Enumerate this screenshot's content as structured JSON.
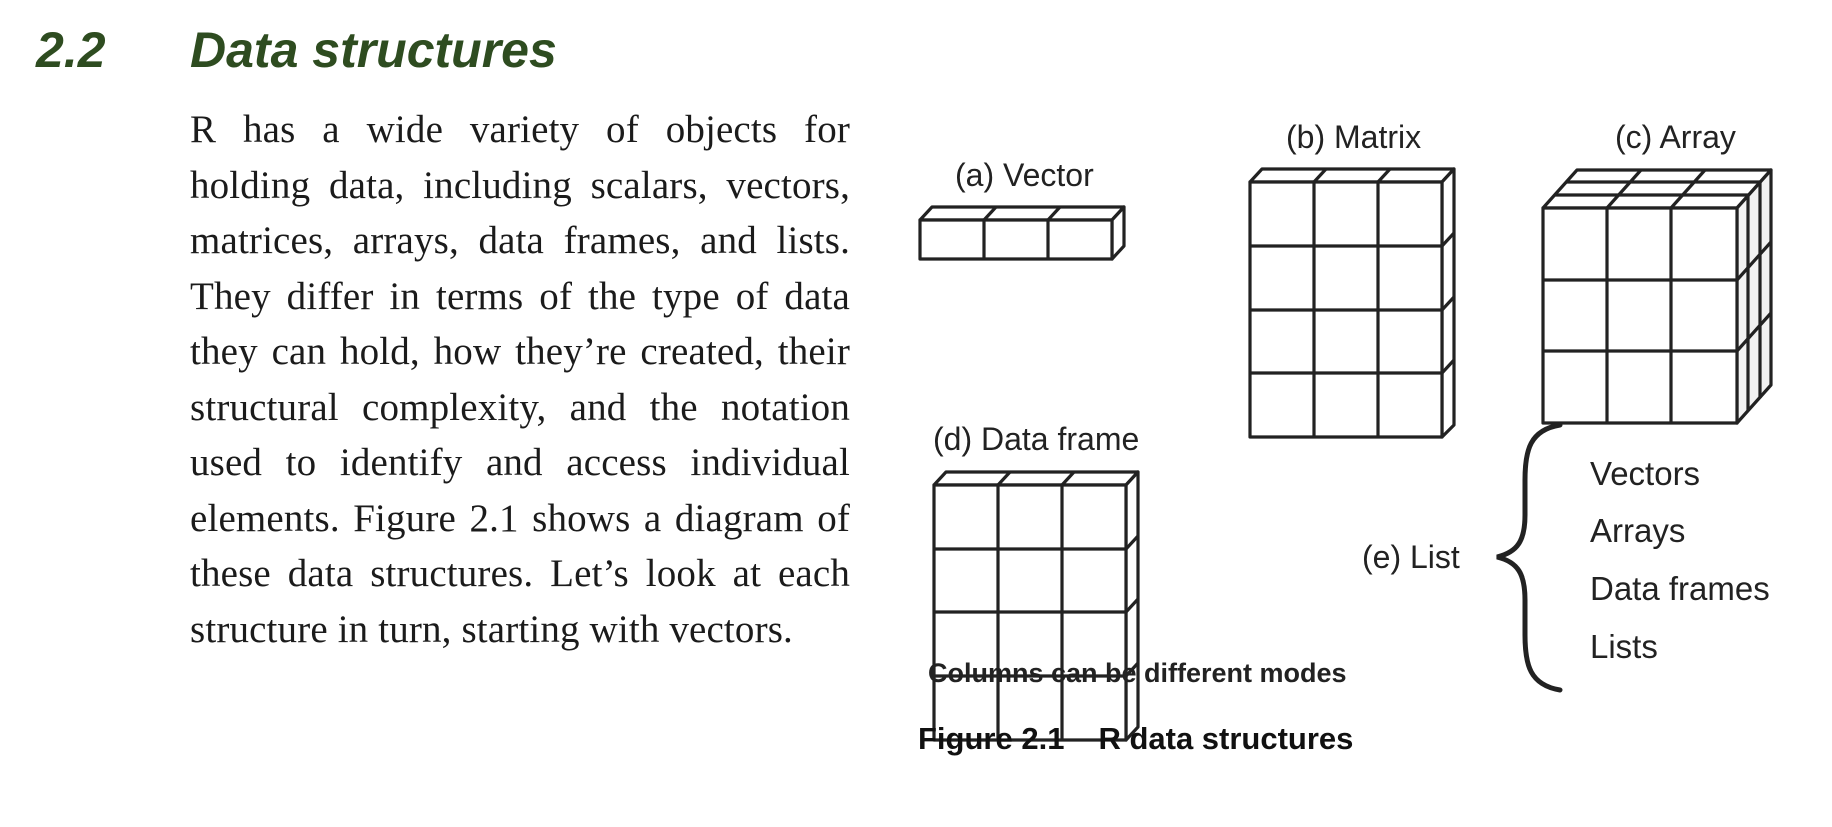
{
  "section": {
    "number": "2.2",
    "title": "Data structures"
  },
  "body_text": "R has a wide variety of objects for holding data, including scalars, vectors, matrices, arrays, data frames, and lists. They differ in terms of the type of data they can hold, how they’re created, their structural complexity, and the notation used to identify and access individual elements. Figure 2.1 shows a diagram of these data structures. Let’s look at each structure in turn, starting with vectors.",
  "figure": {
    "labels": {
      "vector": "(a) Vector",
      "matrix": "(b) Matrix",
      "array": "(c) Array",
      "data_frame": "(d) Data frame",
      "list": "(e) List"
    },
    "data_frame_note": "Columns can be different modes",
    "list_items": [
      "Vectors",
      "Arrays",
      "Data frames",
      "Lists"
    ],
    "caption_number": "Figure 2.1",
    "caption_title": "R data structures"
  },
  "colors": {
    "heading": "#2e4c20",
    "text": "#1b1b1b",
    "lines": "#222222"
  }
}
